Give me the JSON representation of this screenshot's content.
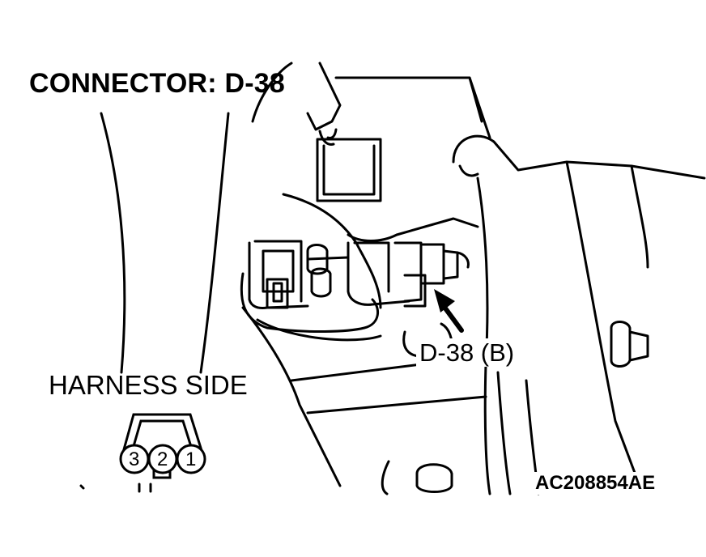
{
  "diagram": {
    "title": "CONNECTOR: D-38",
    "callout_label": "D-38 (B)",
    "harness_label": "HARNESS SIDE",
    "figure_code": "AC208854AE",
    "connector_pins": [
      "3",
      "2",
      "1"
    ]
  }
}
